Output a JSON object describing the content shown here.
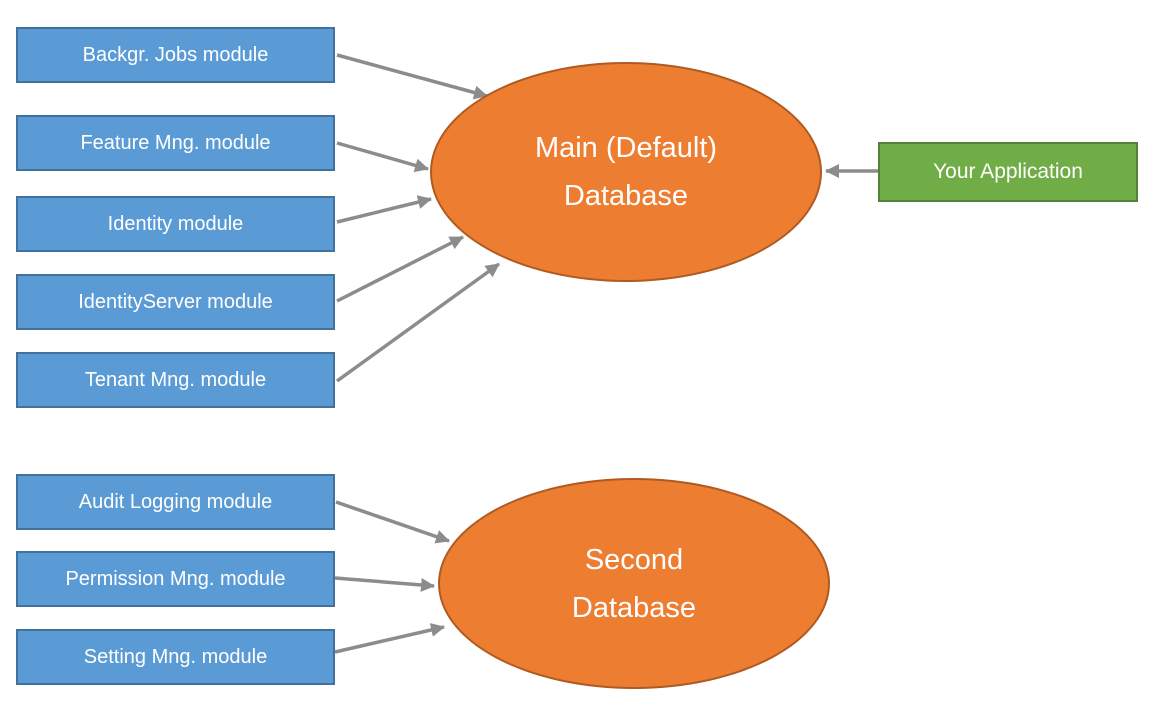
{
  "diagram": {
    "main_modules": [
      {
        "label": "Backgr. Jobs module"
      },
      {
        "label": "Feature Mng. module"
      },
      {
        "label": "Identity module"
      },
      {
        "label": "IdentityServer module"
      },
      {
        "label": "Tenant Mng. module"
      }
    ],
    "second_modules": [
      {
        "label": "Audit Logging module"
      },
      {
        "label": "Permission Mng. module"
      },
      {
        "label": "Setting Mng. module"
      }
    ],
    "databases": [
      {
        "line1": "Main (Default)",
        "line2": "Database"
      },
      {
        "line1": "Second",
        "line2": "Database"
      }
    ],
    "application": {
      "label": "Your Application"
    },
    "colors": {
      "module_fill": "#5B9BD5",
      "module_border": "#41719C",
      "database_fill": "#ED7D31",
      "database_border": "#AE5A21",
      "application_fill": "#70AD47",
      "application_border": "#538135",
      "arrow": "#8C8C8C",
      "text": "#FFFFFF"
    }
  }
}
